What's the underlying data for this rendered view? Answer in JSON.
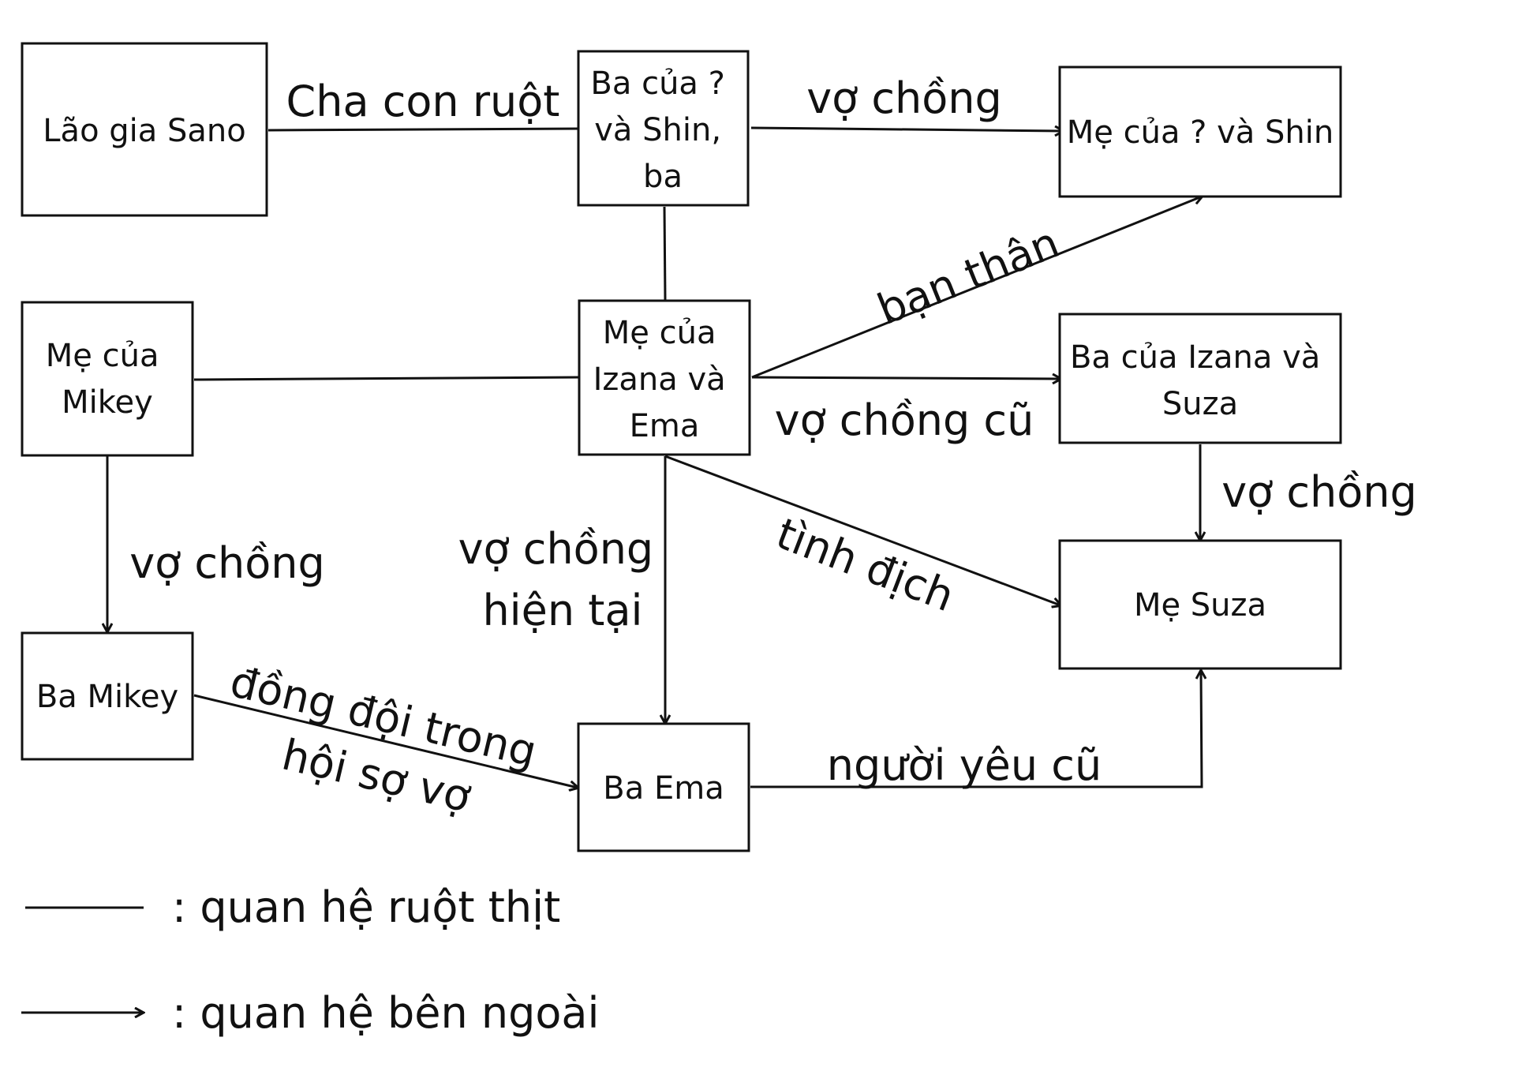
{
  "nodes": {
    "lao_gia_sano": [
      "Lão gia Sano"
    ],
    "ba_cua_shin": [
      "Ba của ?",
      "và Shin,",
      "ba"
    ],
    "me_cua_shin": [
      "Mẹ của ? và Shin"
    ],
    "me_cua_mikey": [
      "Mẹ của",
      "Mikey"
    ],
    "me_cua_izana_ema": [
      "Mẹ của",
      "Izana và",
      "Ema"
    ],
    "ba_cua_izana_suza": [
      "Ba của Izana và",
      "Suza"
    ],
    "me_suza": [
      "Mẹ Suza"
    ],
    "ba_mikey": [
      "Ba Mikey"
    ],
    "ba_ema": [
      "Ba Ema"
    ]
  },
  "edge_labels": {
    "cha_con_ruot": [
      "Cha con ruột"
    ],
    "vo_chong_top": [
      "vợ chồng"
    ],
    "ban_than": [
      "bạn thân"
    ],
    "vo_chong_cu": [
      "vợ chồng cũ"
    ],
    "vo_chong_right": [
      "vợ chồng"
    ],
    "tinh_dich": [
      "tình địch"
    ],
    "vo_chong_hien_tai": [
      "vợ chồng",
      "hiện tại"
    ],
    "vo_chong_left": [
      "vợ chồng"
    ],
    "dong_doi": [
      "đồng đội trong",
      "hội sợ vợ"
    ],
    "nguoi_yeu_cu": [
      "người yêu cũ"
    ]
  },
  "legend": {
    "blood": ": quan hệ ruột thịt",
    "external": ": quan hệ bên ngoài"
  },
  "colors": {
    "line": "#111111",
    "background": "#ffffff"
  }
}
